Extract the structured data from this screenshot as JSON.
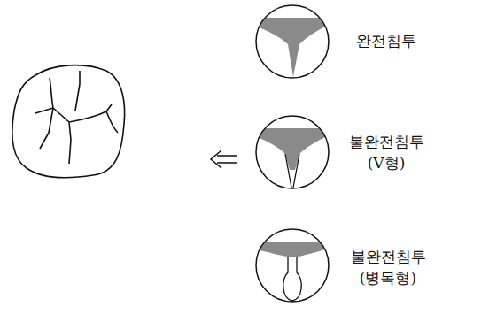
{
  "diagram": {
    "labels": [
      "완전침투",
      "불완전침투 (V형)",
      "불완전침투 (병목형)"
    ]
  }
}
